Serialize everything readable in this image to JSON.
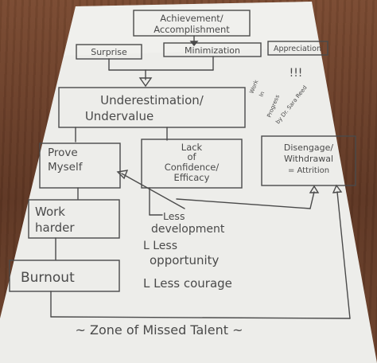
{
  "colors": {
    "paper": "#ededea",
    "ink": "#4a4a4a",
    "table": "#6b3f2a"
  },
  "diagram": {
    "top": {
      "line1": "Achievement/",
      "line2": "Accomplishment"
    },
    "surprise": "Surprise",
    "minimization": "Minimization",
    "appreciation": "Appreciation",
    "exclamations": "!!!",
    "underestimation": {
      "line1": "Underestimation/",
      "line2": "Undervalue"
    },
    "wip_note": {
      "l1": "Work",
      "l2": "In",
      "l3": "Progress",
      "l4": "by Dr. Sara Reed"
    },
    "prove": {
      "line1": "Prove",
      "line2": "Myself"
    },
    "lack": {
      "line1": "Lack",
      "line2": "of",
      "line3": "Confidence/",
      "line4": "Efficacy"
    },
    "disengage": {
      "line1": "Disengage/",
      "line2": "Withdrawal",
      "line3": "= Attrition"
    },
    "work_harder": {
      "line1": "Work",
      "line2": "harder"
    },
    "less_development": {
      "line1": "Less",
      "line2": "development"
    },
    "less_opportunity": {
      "line1": "L Less",
      "line2": "opportunity"
    },
    "less_courage": "L Less courage",
    "burnout": "Burnout",
    "zone": "~ Zone of Missed Talent ~"
  }
}
